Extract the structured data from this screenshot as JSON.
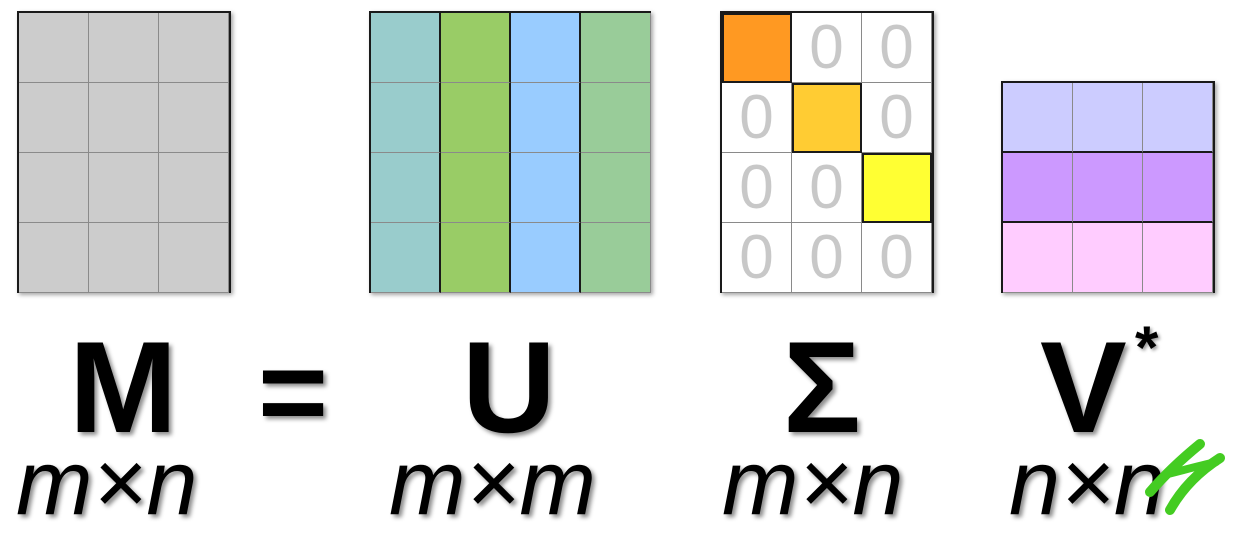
{
  "matrices": {
    "m": {
      "symbol": "M",
      "dims": "m×n",
      "rows": 4,
      "cols": 3,
      "fill": "#cccccc"
    },
    "u": {
      "symbol": "U",
      "dims": "m×m",
      "rows": 4,
      "cols": 4,
      "column_colors": [
        "#99cccc",
        "#99cc66",
        "#99ccff",
        "#99cc99"
      ]
    },
    "sigma": {
      "symbol": "Σ",
      "dims": "m×n",
      "rows": 4,
      "cols": 3,
      "diagonal_colors": [
        "#ff9922",
        "#ffcc33",
        "#ffff33"
      ],
      "zero": "0"
    },
    "v": {
      "symbol": "V",
      "superscript": "*",
      "dims": "n×n",
      "rows": 3,
      "cols": 3,
      "row_colors": [
        "#ccccff",
        "#cc99ff",
        "#ffccff"
      ]
    }
  },
  "equals": "=",
  "colors": {
    "gridline": "#8a8a8a",
    "border": "#1a1a1a",
    "checkmark": "#44cc22"
  },
  "icons": [
    "checkmark-icon"
  ]
}
